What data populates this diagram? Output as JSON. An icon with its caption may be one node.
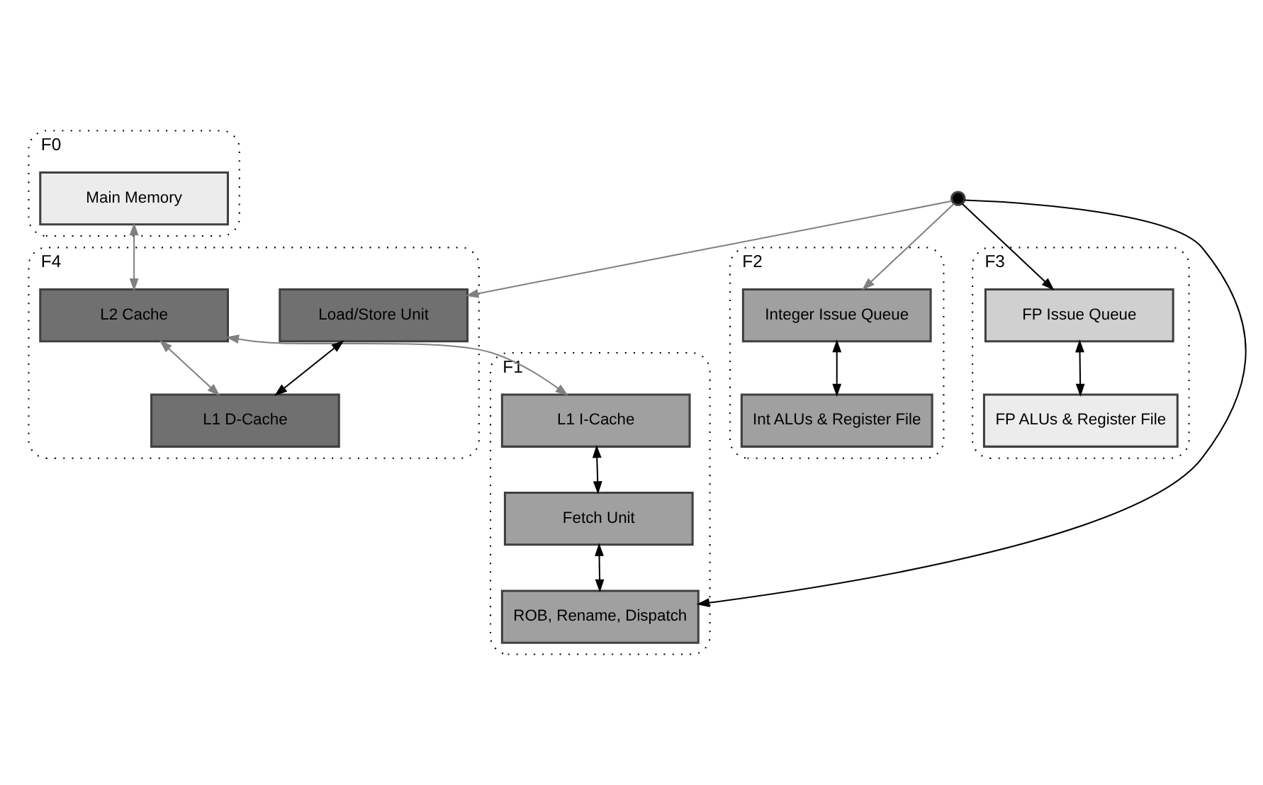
{
  "diagram": {
    "nodes": [
      {
        "text": [
          "F1"
        ]
      },
      {
        "text": [
          "L1 I-Cache"
        ],
        "in": 0
      },
      {
        "text": [
          "Fetch Unit"
        ],
        "in": 0
      },
      {
        "text": [
          "ROB, Rename, Dispatch"
        ],
        "in": 0
      },
      {
        "text": [
          "F0"
        ]
      },
      {
        "text": [
          "Main Memory"
        ],
        "in": 4
      },
      {
        "text": [
          "F4"
        ]
      },
      {
        "text": [
          "L2 Cache"
        ],
        "in": 6
      },
      {
        "text": [],
        "shape": "circle"
      },
      {
        "text": [
          "F2"
        ]
      },
      {
        "text": [
          "Integer Issue Queue"
        ],
        "in": 9
      },
      {
        "text": [
          "Int ALUs & Register File"
        ],
        "in": 9
      },
      {
        "text": [
          "F3"
        ]
      },
      {
        "text": [
          "FP Issue Queue"
        ],
        "in": 12
      },
      {
        "text": [
          "FP ALUs & Register File"
        ],
        "in": 12
      },
      {
        "text": [
          "Load/Store Unit"
        ],
        "in": 6
      },
      {
        "text": [
          "L1 D-Cache"
        ],
        "in": 6
      }
    ],
    "edges": [
      {
        "from": 1,
        "to": 2,
        "arrow": "both"
      },
      {
        "from": 2,
        "to": 3,
        "arrow": "both"
      },
      {
        "from": 8,
        "to": 3,
        "arrow": "to"
      },
      {
        "from": 8,
        "to": 10,
        "arrow": "to",
        "color": "#808080"
      },
      {
        "from": 8,
        "to": 13,
        "arrow": "to"
      },
      {
        "from": 8,
        "to": 15,
        "arrow": "to",
        "color": "#808080"
      },
      {
        "from": 7,
        "to": 1,
        "arrow": "both",
        "color": "#808080"
      },
      {
        "from": 5,
        "to": 7,
        "arrow": "both",
        "color": "#808080"
      },
      {
        "from": 7,
        "to": 16,
        "arrow": "both",
        "color": "#808080"
      },
      {
        "from": 10,
        "to": 11,
        "arrow": "both"
      },
      {
        "from": 13,
        "to": 14,
        "arrow": "both"
      },
      {
        "from": 15,
        "to": 16,
        "arrow": "both"
      }
    ]
  }
}
